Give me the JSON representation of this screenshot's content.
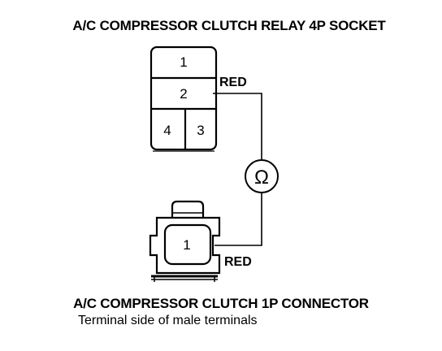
{
  "relay_socket": {
    "title": "A/C COMPRESSOR CLUTCH RELAY 4P SOCKET",
    "terminals": [
      "1",
      "2",
      "4",
      "3"
    ],
    "wire_label": "RED"
  },
  "meter": {
    "symbol": "Ω",
    "icon": "ohmmeter-icon"
  },
  "clutch_connector": {
    "title": "A/C COMPRESSOR CLUTCH 1P CONNECTOR",
    "subtitle": "Terminal side of male terminals",
    "terminal": "1",
    "wire_label": "RED"
  }
}
